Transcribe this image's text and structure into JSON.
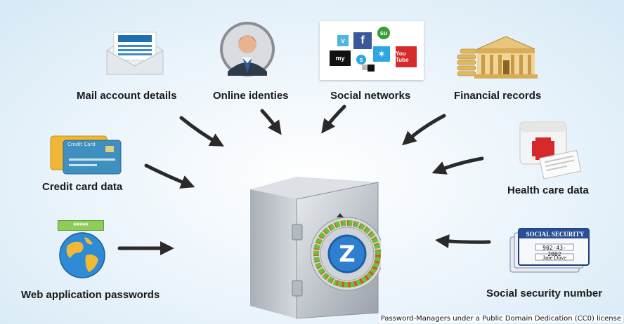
{
  "labels": {
    "mail": "Mail account details",
    "identities": "Online identies",
    "social": "Social networks",
    "financial": "Financial records",
    "credit": "Credit card data",
    "health": "Health care data",
    "web": "Web application passwords",
    "ssn": "Social security number"
  },
  "credit_card": {
    "card_title": "Credit Card"
  },
  "ssn_card": {
    "header": "SOCIAL SECURITY",
    "number": "902-43-2002",
    "name": "Jane Dove"
  },
  "web": {
    "stars": "*****"
  },
  "social_icons": {
    "vimeo": "v",
    "facebook": "f",
    "stumbleupon": "su",
    "myspace": "my",
    "youtube": "You Tube"
  },
  "safe": {
    "dial_letter": "Z"
  },
  "license": "Password-Managers under a Public Domain Dedication (CC0) license",
  "colors": {
    "arrow": "#2a2a2a",
    "safe": "#bfc4ca",
    "dial": "#2f7fd0"
  }
}
